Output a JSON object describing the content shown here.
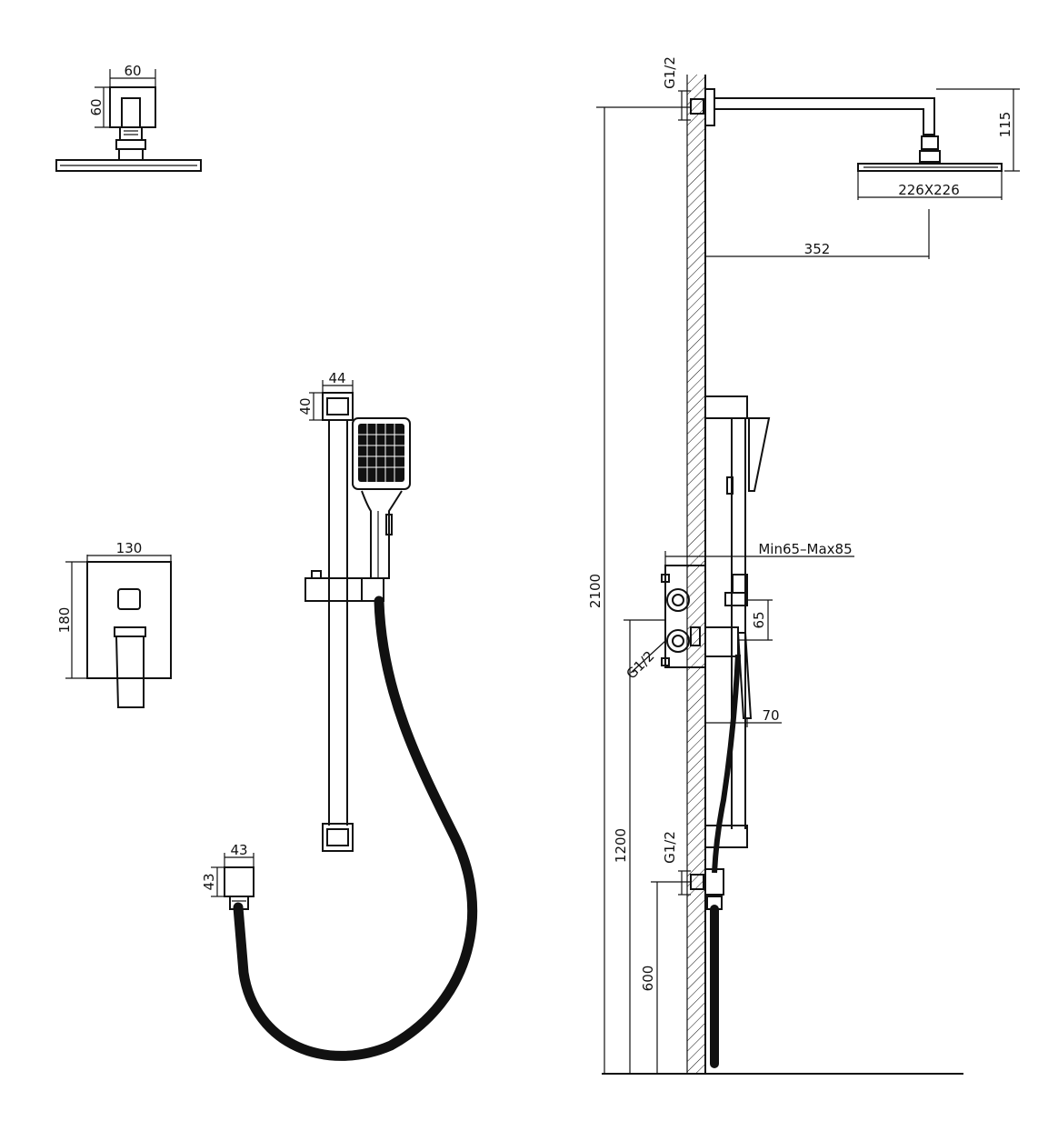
{
  "dimensions": {
    "head_arm_width": "60",
    "head_arm_height": "60",
    "rail_bracket_width": "44",
    "rail_bracket_height": "40",
    "valve_plate_width": "130",
    "valve_plate_height": "180",
    "outlet_width": "43",
    "outlet_height": "43",
    "inlet_top": "G1/2",
    "arm_drop": "115",
    "head_size": "226X226",
    "arm_reach": "352",
    "wall_depth": "Min65–Max85",
    "outlet_spacing": "65",
    "inlet_valve": "G1/2",
    "handle_projection": "70",
    "total_height": "2100",
    "rail_height": "1200",
    "inlet_bottom": "G1/2",
    "outlet_height_from_floor": "600"
  }
}
